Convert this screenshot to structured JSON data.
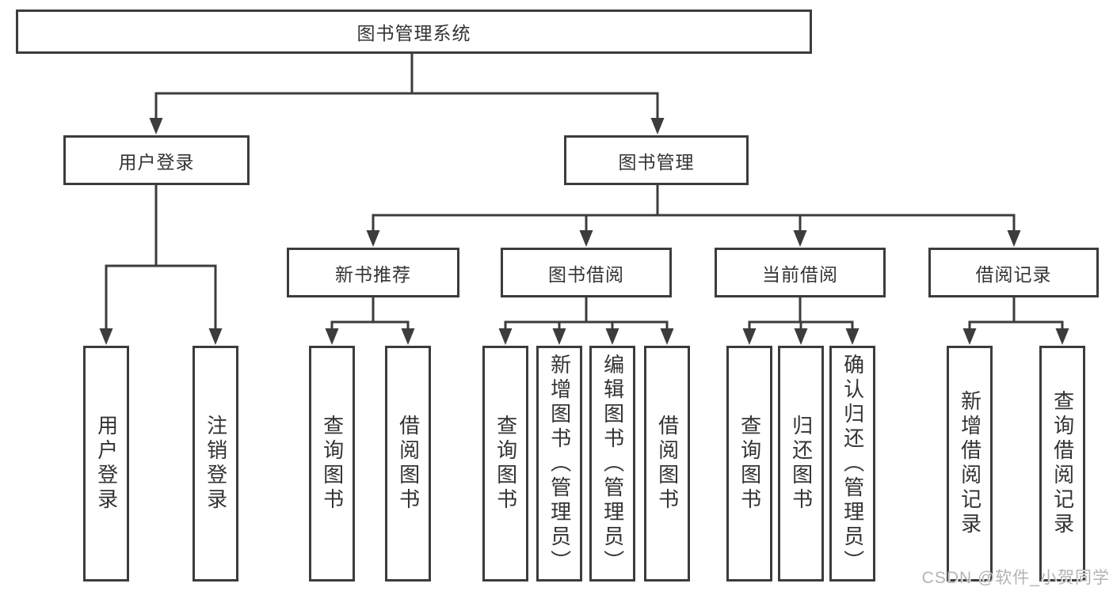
{
  "diagram": {
    "root": {
      "label": "图书管理系统"
    },
    "branches": [
      {
        "label": "用户登录",
        "children": [
          {
            "label": "用户登录"
          },
          {
            "label": "注销登录"
          }
        ]
      },
      {
        "label": "图书管理",
        "children": [
          {
            "label": "新书推荐",
            "children": [
              {
                "label": "查询图书"
              },
              {
                "label": "借阅图书"
              }
            ]
          },
          {
            "label": "图书借阅",
            "children": [
              {
                "label": "查询图书"
              },
              {
                "label": "新增图书（管理员）"
              },
              {
                "label": "编辑图书（管理员）"
              },
              {
                "label": "借阅图书"
              }
            ]
          },
          {
            "label": "当前借阅",
            "children": [
              {
                "label": "查询图书"
              },
              {
                "label": "归还图书"
              },
              {
                "label": "确认归还（管理员）"
              }
            ]
          },
          {
            "label": "借阅记录",
            "children": [
              {
                "label": "新增借阅记录"
              },
              {
                "label": "查询借阅记录"
              }
            ]
          }
        ]
      }
    ]
  },
  "watermark": {
    "text": "CSDN @软件_小贺同学"
  },
  "colors": {
    "line": "#3c3c3c",
    "text": "#333333",
    "background": "#ffffff",
    "watermark": "#b3b3b3"
  }
}
